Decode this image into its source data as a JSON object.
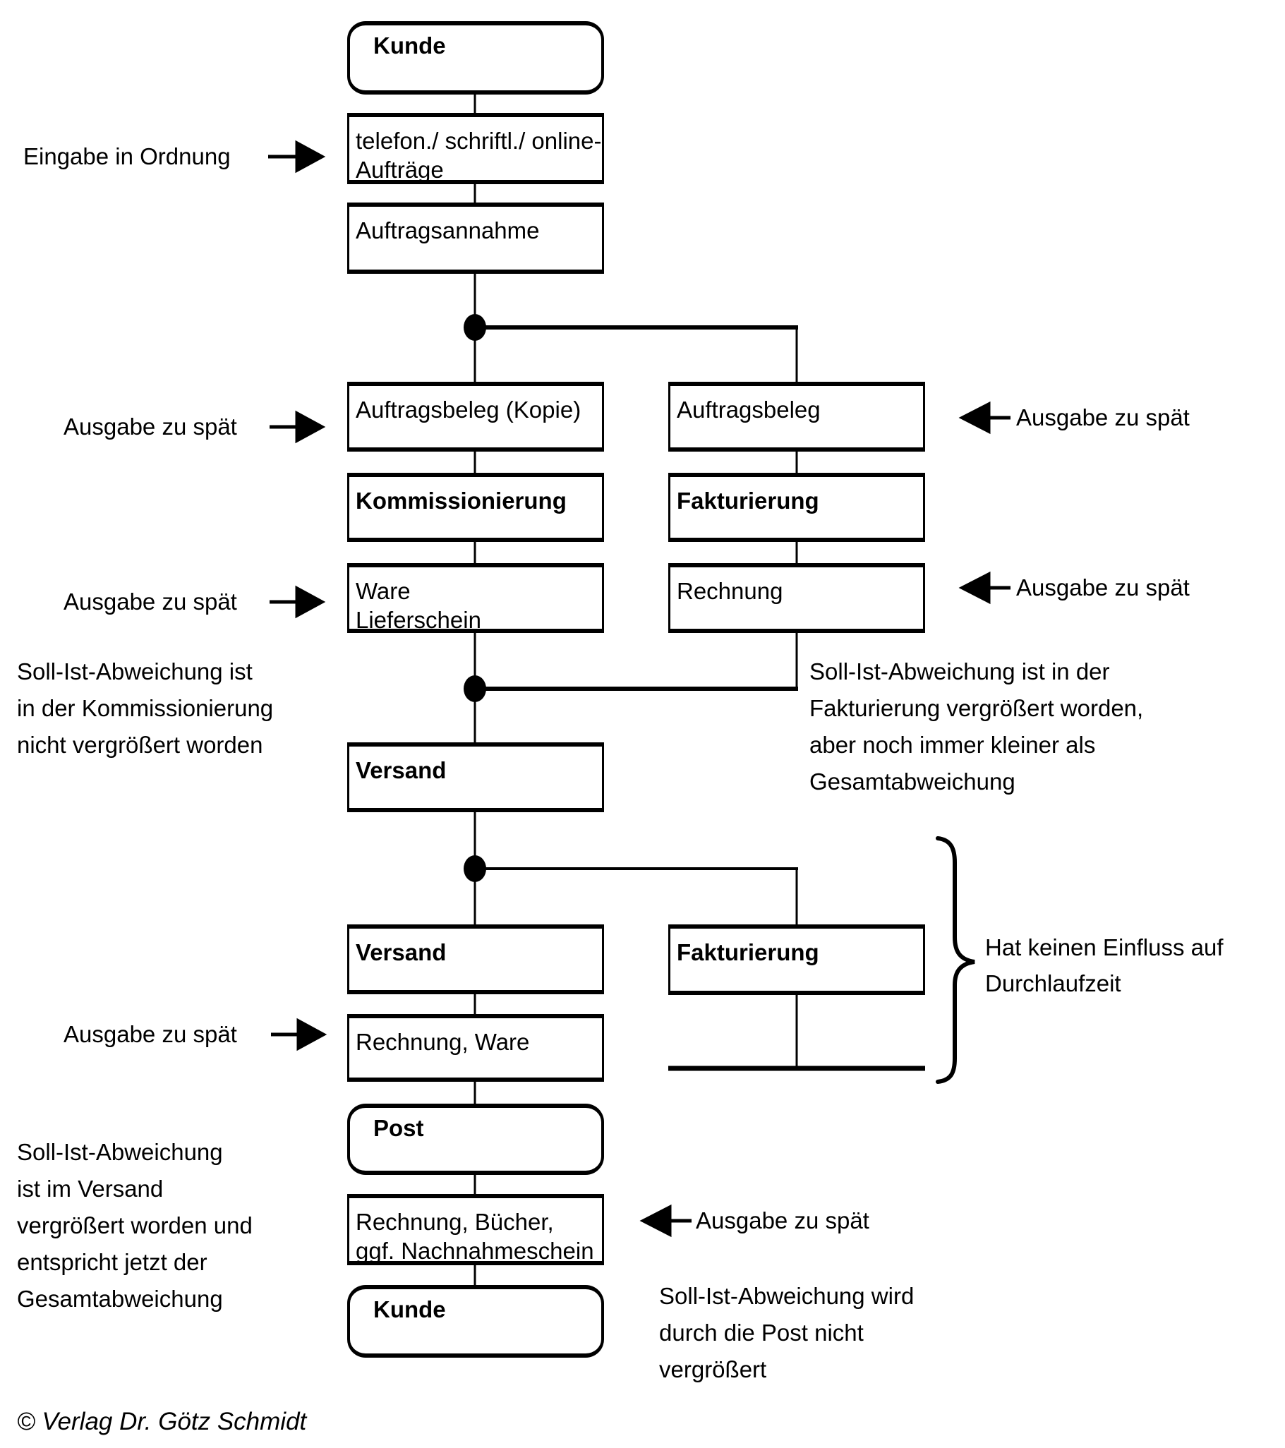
{
  "colors": {
    "ink": "#000000",
    "background": "#ffffff"
  },
  "boxes": {
    "kunde_top": {
      "label": "Kunde"
    },
    "telefon": {
      "line1": "telefon./ schriftl./ online-",
      "line2": "Aufträge"
    },
    "auftragsannahme": {
      "label": "Auftragsannahme"
    },
    "auftragsbeleg_kopie": {
      "label": "Auftragsbeleg (Kopie)"
    },
    "auftragsbeleg": {
      "label": "Auftragsbeleg"
    },
    "kommissionierung": {
      "label": "Kommissionierung"
    },
    "fakturierung1": {
      "label": "Fakturierung"
    },
    "ware_lieferschein": {
      "line1": "Ware",
      "line2": "Lieferschein"
    },
    "rechnung": {
      "label": "Rechnung"
    },
    "versand1": {
      "label": "Versand"
    },
    "versand2": {
      "label": "Versand"
    },
    "fakturierung2": {
      "label": "Fakturierung"
    },
    "rechnung_ware": {
      "label": "Rechnung, Ware"
    },
    "post": {
      "label": "Post"
    },
    "rechnung_buecher": {
      "line1": "Rechnung, Bücher,",
      "line2": "ggf. Nachnahmeschein"
    },
    "kunde_bottom": {
      "label": "Kunde"
    }
  },
  "annotations": {
    "eingabe_in_ordnung": "Eingabe in Ordnung",
    "ausgabe_zu_spaet": "Ausgabe zu spät",
    "kommissionierung_note": {
      "lines": [
        "Soll-Ist-Abweichung ist",
        "in der Kommissionierung",
        "nicht vergrößert worden"
      ]
    },
    "fakturierung_note": {
      "lines": [
        "Soll-Ist-Abweichung ist in der",
        "Fakturierung vergrößert worden,",
        "aber noch immer kleiner als",
        "Gesamtabweichung"
      ]
    },
    "einfluss_note": {
      "lines": [
        "Hat keinen Einfluss auf",
        "Durchlaufzeit"
      ]
    },
    "versand_note": {
      "lines": [
        "Soll-Ist-Abweichung",
        "ist im Versand",
        "vergrößert worden und",
        "entspricht jetzt der",
        "Gesamtabweichung"
      ]
    },
    "post_note": {
      "lines": [
        "Soll-Ist-Abweichung wird",
        "durch die Post nicht",
        "vergrößert"
      ]
    }
  },
  "copyright": "© Verlag Dr. Götz Schmidt"
}
